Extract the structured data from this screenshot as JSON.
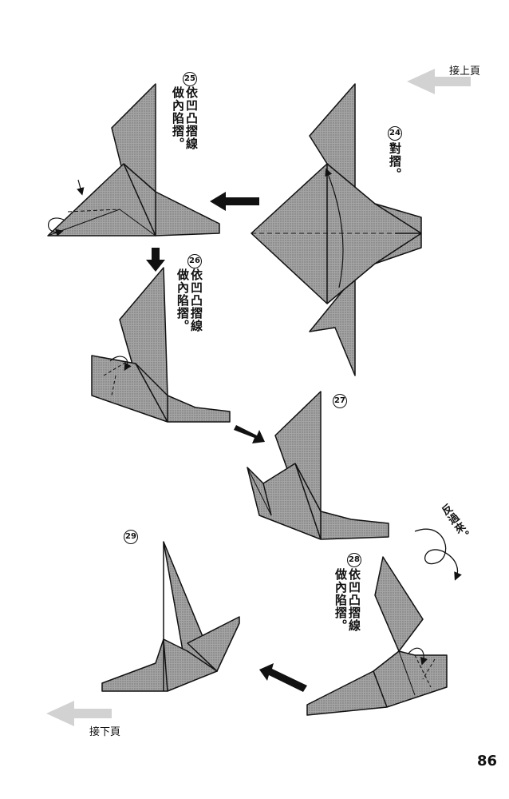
{
  "header": {
    "continue_from_prev": "接上頁"
  },
  "footer": {
    "continue_to_next": "接下頁",
    "page_number": "86"
  },
  "colors": {
    "paper": "#9a9a9a",
    "paper_dark": "#7d7d7d",
    "ink": "#111111",
    "nav_arrow": "#cfcfcf"
  },
  "steps": [
    {
      "number": "24",
      "instruction": "對摺。"
    },
    {
      "number": "25",
      "instruction": "依凹凸摺線做內陷摺。"
    },
    {
      "number": "26",
      "instruction": "依凹凸摺線做內陷摺。"
    },
    {
      "number": "27",
      "instruction": ""
    },
    {
      "number": "28",
      "instruction": "依凹凸摺線做內陷摺。"
    },
    {
      "number": "29",
      "instruction": ""
    }
  ],
  "notes": {
    "turn_over": "反過來。"
  }
}
